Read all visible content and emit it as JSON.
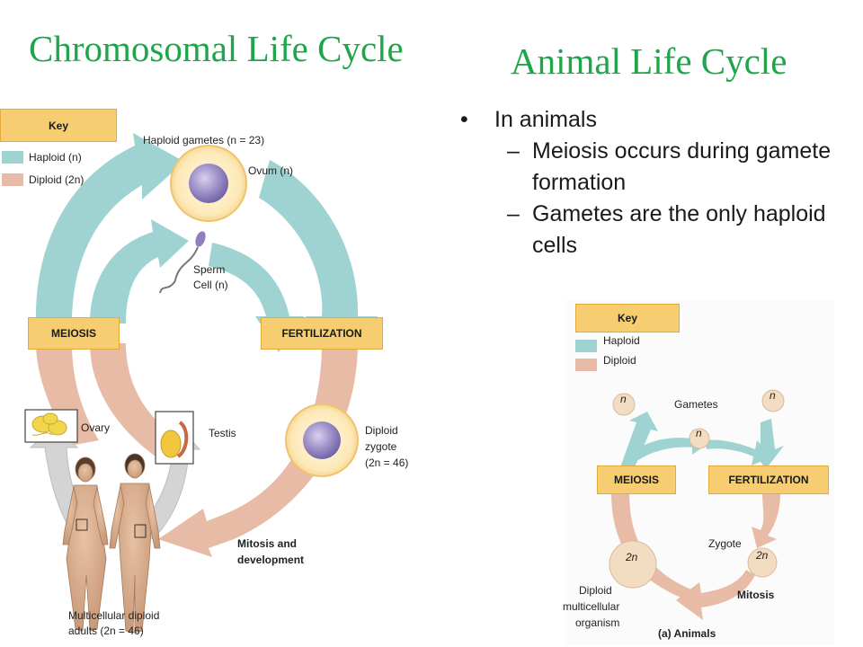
{
  "titles": {
    "left": "Chromosomal Life Cycle",
    "right": "Animal Life Cycle"
  },
  "bullets": {
    "main": "In animals",
    "sub": [
      "Meiosis occurs during gamete formation",
      "Gametes are the only haploid cells"
    ]
  },
  "left_diagram": {
    "key_title": "Key",
    "key_haploid": "Haploid (n)",
    "key_diploid": "Diploid (2n)",
    "haploid_gametes": "Haploid gametes (n = 23)",
    "ovum": "Ovum (n)",
    "sperm_line1": "Sperm",
    "sperm_line2": "Cell (n)",
    "meiosis": "MEIOSIS",
    "fertilization": "FERTILIZATION",
    "ovary": "Ovary",
    "testis": "Testis",
    "zygote_line1": "Diploid",
    "zygote_line2": "zygote",
    "zygote_line3": "(2n = 46)",
    "mitosis_line1": "Mitosis and",
    "mitosis_line2": "development",
    "adults_line1": "Multicellular diploid",
    "adults_line2": "adults (2n = 46)"
  },
  "right_diagram": {
    "key_title": "Key",
    "key_haploid": "Haploid",
    "key_diploid": "Diploid",
    "gametes": "Gametes",
    "n_label": "n",
    "meiosis": "MEIOSIS",
    "fertilization": "FERTILIZATION",
    "zygote": "Zygote",
    "twon": "2n",
    "diploid_org_line1": "Diploid",
    "diploid_org_line2": "multicellular",
    "diploid_org_line3": "organism",
    "mitosis": "Mitosis",
    "caption": "(a) Animals"
  },
  "colors": {
    "title_green": "#1fa64b",
    "haploid": "#9fd3d2",
    "diploid": "#e7bba6",
    "key_box": "#f6cd71",
    "cell_purple": "#8f80bd"
  }
}
